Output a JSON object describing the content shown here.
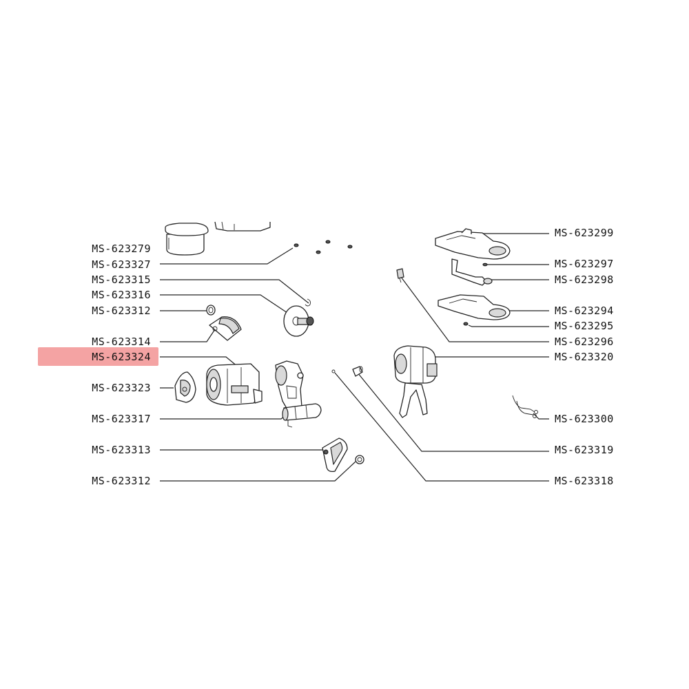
{
  "diagram": {
    "highlight_color": "#f4a3a3",
    "highlighted_part": "MS-623324",
    "labels_left": [
      {
        "id": "p279",
        "text": "MS-623279"
      },
      {
        "id": "p327",
        "text": "MS-623327"
      },
      {
        "id": "p315",
        "text": "MS-623315"
      },
      {
        "id": "p316",
        "text": "MS-623316"
      },
      {
        "id": "p312a",
        "text": "MS-623312"
      },
      {
        "id": "p314",
        "text": "MS-623314"
      },
      {
        "id": "p324",
        "text": "MS-623324"
      },
      {
        "id": "p323",
        "text": "MS-623323"
      },
      {
        "id": "p317",
        "text": "MS-623317"
      },
      {
        "id": "p313",
        "text": "MS-623313"
      },
      {
        "id": "p312b",
        "text": "MS-623312"
      }
    ],
    "labels_right": [
      {
        "id": "p299",
        "text": "MS-623299"
      },
      {
        "id": "p297",
        "text": "MS-623297"
      },
      {
        "id": "p298",
        "text": "MS-623298"
      },
      {
        "id": "p294",
        "text": "MS-623294"
      },
      {
        "id": "p295",
        "text": "MS-623295"
      },
      {
        "id": "p296",
        "text": "MS-623296"
      },
      {
        "id": "p320",
        "text": "MS-623320"
      },
      {
        "id": "p300",
        "text": "MS-623300"
      },
      {
        "id": "p319",
        "text": "MS-623319"
      },
      {
        "id": "p318",
        "text": "MS-623318"
      }
    ]
  }
}
